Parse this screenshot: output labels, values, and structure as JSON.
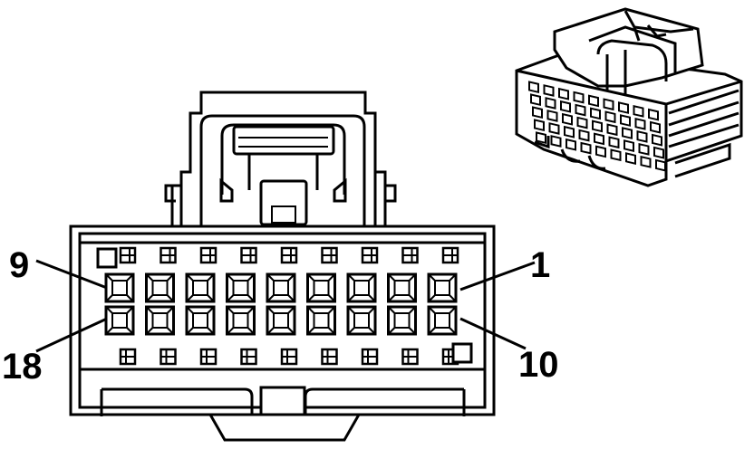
{
  "labels": {
    "top_left": "9",
    "top_right": "1",
    "bottom_left": "18",
    "bottom_right": "10"
  },
  "connector": {
    "cavity_rows": 2,
    "cavities_per_row": 9,
    "total_cavities": 18
  },
  "colors": {
    "ink": "#000000",
    "background": "#ffffff"
  }
}
